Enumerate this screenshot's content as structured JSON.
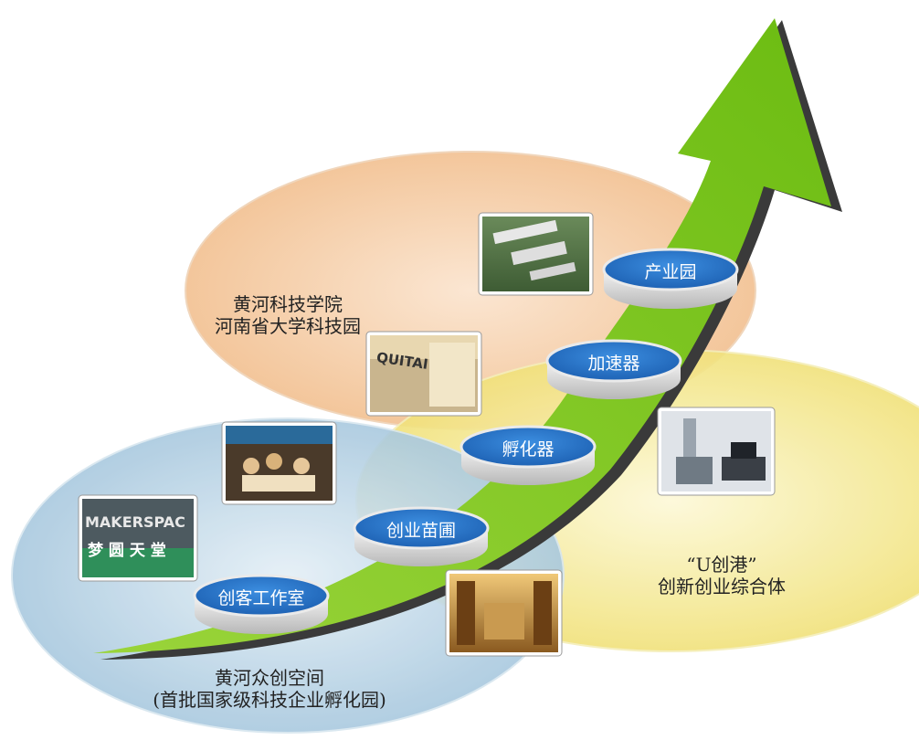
{
  "regions": {
    "huanghe_college": [
      "黄河科技学院",
      "河南省大学科技园"
    ],
    "maker_space": [
      "黄河众创空间",
      "(首批国家级科技企业孵化园)"
    ],
    "u_chuanggang": [
      "“U创港”",
      "创新创业综合体"
    ]
  },
  "stages": [
    "创客工作室",
    "创业苗圃",
    "孵化器",
    "加速器",
    "产业园"
  ],
  "photos": {
    "makerspace_sign": [
      "MAKERSPAC",
      "梦 圆 天 堂"
    ],
    "office_sign": [
      "QUITAI"
    ]
  },
  "colors": {
    "arrow_green": "#7cc41f",
    "disc_blue": "#2e7bcf",
    "ellipse_peach": "#f6cfa8",
    "ellipse_blue": "#bcd7e8",
    "ellipse_yellow": "#f8f1a6"
  }
}
